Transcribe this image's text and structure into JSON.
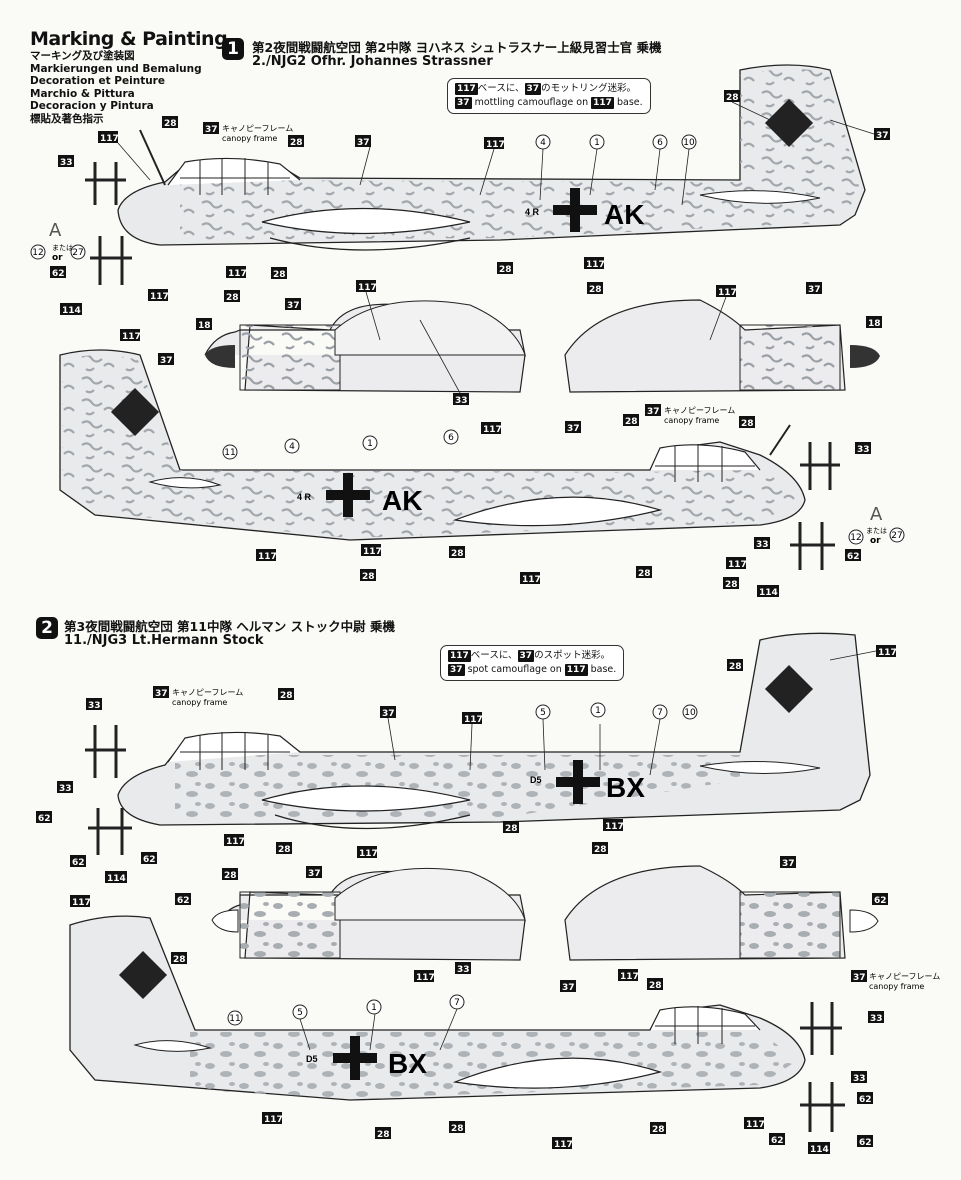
{
  "header": {
    "title": "Marking & Painting",
    "lines": [
      "マーキング及び塗装図",
      "Markierungen und Bemalung",
      "Decoration et Peinture",
      "Marchio & Pittura",
      "Decoracion y Pintura",
      "標貼及著色指示"
    ]
  },
  "section1": {
    "number": "1",
    "jp": "第2夜間戦闘航空団 第2中隊 ヨハネス シュトラスナー上級見習士官 乗機",
    "en": "2./NJG2 Ofhr. Johannes Strassner",
    "note_jp_a": "ベースに、",
    "note_jp_b": "のモットリング迷彩。",
    "note_en_a": "mottling camouflage on",
    "note_en_b": "base.",
    "code": "AK",
    "small_code": "4 R"
  },
  "section2": {
    "number": "2",
    "jp": "第3夜間戦闘航空団 第11中隊 ヘルマン ストック中尉 乗機",
    "en": "11./NJG3 Lt.Hermann Stock",
    "note_jp_a": "ベースに、",
    "note_jp_b": "のスポット迷彩。",
    "note_en_a": "spot camouflage on",
    "note_en_b": "base.",
    "code": "BX",
    "small_code": "D5"
  },
  "common": {
    "canopy_jp": "キャノピーフレーム",
    "canopy_en": "canopy frame",
    "letter_a": "A",
    "or_jp": "または",
    "or_en": "or",
    "color_base": "117",
    "color_camo": "37",
    "color_28": "28",
    "color_33": "33",
    "color_62": "62",
    "color_114": "114",
    "color_18": "18"
  },
  "callouts": {
    "c1": "1",
    "c4": "4",
    "c5": "5",
    "c6": "6",
    "c7": "7",
    "c10": "10",
    "c11": "11",
    "c12": "12",
    "c27": "27"
  }
}
